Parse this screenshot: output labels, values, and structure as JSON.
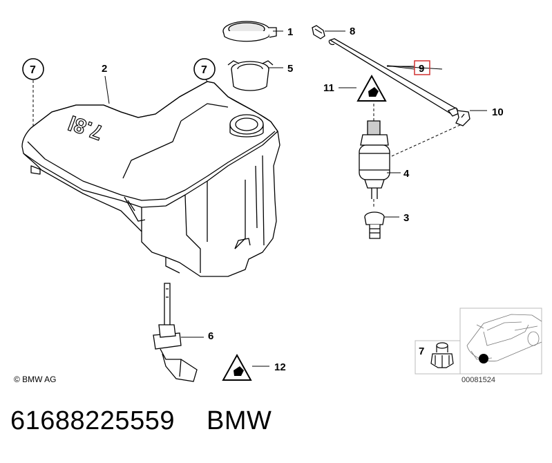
{
  "callouts": {
    "c1": "1",
    "c2": "2",
    "c3": "3",
    "c4": "4",
    "c5": "5",
    "c6": "6",
    "c7a": "7",
    "c7b": "7",
    "c7c": "7",
    "c8": "8",
    "c9": "9",
    "c10": "10",
    "c11": "11",
    "c12": "12"
  },
  "tank_marking": "7.8l",
  "copyright": "© BMW AG",
  "inset": {
    "ref_number": "00081524"
  },
  "caption": {
    "part_number": "61688225559",
    "brand": "BMW"
  },
  "colors": {
    "highlight_box": "#d03030",
    "line": "#000000",
    "background": "#ffffff"
  }
}
